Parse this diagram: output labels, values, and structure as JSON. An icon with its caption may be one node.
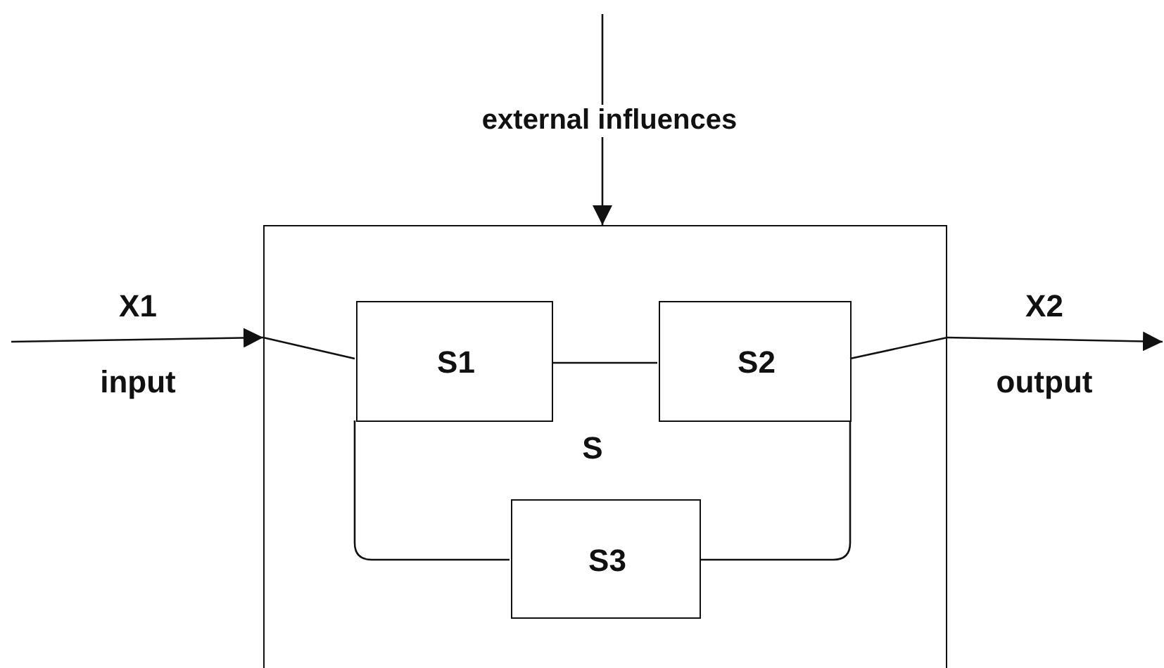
{
  "diagram": {
    "nodes": [
      {
        "text": [
          "S"
        ]
      },
      {
        "text": [
          "S1"
        ],
        "in": 0
      },
      {
        "text": [
          "S2"
        ],
        "in": 0
      },
      {
        "text": [
          "S3"
        ],
        "in": 0
      }
    ],
    "edges": [
      {
        "from": null,
        "to": 0,
        "arrow": "to",
        "label": "X1"
      },
      {
        "from": 0,
        "to": 1,
        "arrow": "none"
      },
      {
        "from": 1,
        "to": 2,
        "arrow": "none"
      },
      {
        "from": 1,
        "to": 3,
        "arrow": "none"
      },
      {
        "from": 2,
        "to": 3,
        "arrow": "none"
      },
      {
        "from": 2,
        "to": 0,
        "arrow": "none"
      },
      {
        "from": 0,
        "to": null,
        "arrow": "to",
        "label": "X2"
      },
      {
        "from": null,
        "to": 0,
        "arrow": "to",
        "label": "external influences"
      }
    ],
    "labels": [
      "input",
      "output"
    ]
  }
}
